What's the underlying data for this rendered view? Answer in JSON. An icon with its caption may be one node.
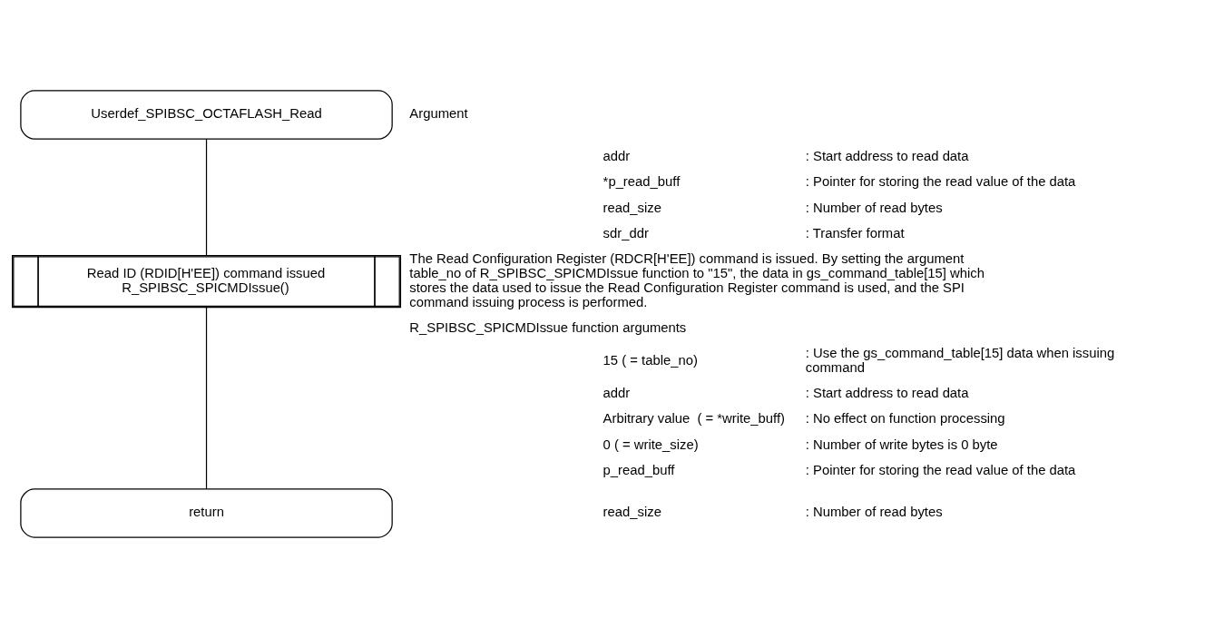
{
  "diagram": {
    "nodes": [
      {
        "text": [
          "Userdef_SPIBSC_OCTAFLASH_Read"
        ]
      },
      {
        "text": [
          "Read ID (RDID[H'EE]) command issued R_SPIBSC_SPICMDIssue()"
        ]
      },
      {
        "text": [
          "return"
        ]
      }
    ],
    "edges": [
      {
        "from": 0,
        "to": 1,
        "arrow": "none"
      },
      {
        "from": 1,
        "to": 2,
        "arrow": "none"
      }
    ],
    "labels": [
      "Argument",
      "addr",
      ": Start address to read data",
      "*p_read_buff",
      ": Pointer for storing the read value of the data",
      "read_size",
      ": Number of read bytes",
      "sdr_ddr",
      ": Transfer format",
      "The Read Configuration Register (RDCR[H'EE]) command is issued. By setting the argument table_no of R_SPIBSC_SPICMDIssue function to \"15\", the data in gs_command_table[15] which stores the data used to issue the Read Configuration Register command is used, and the SPI command issuing process is performed.",
      "R_SPIBSC_SPICMDIssue function arguments",
      "15 ( = table_no)",
      ": Use the gs_command_table[15] data when issuing command",
      "addr",
      ": Start address to read data",
      "Arbitrary value  ( = *write_buff)",
      ": No effect on function processing",
      "0 ( = write_size)",
      ": Number of write bytes is 0 byte",
      "p_read_buff",
      ": Pointer for storing the read value of the data",
      "read_size",
      ": Number of read bytes"
    ]
  }
}
